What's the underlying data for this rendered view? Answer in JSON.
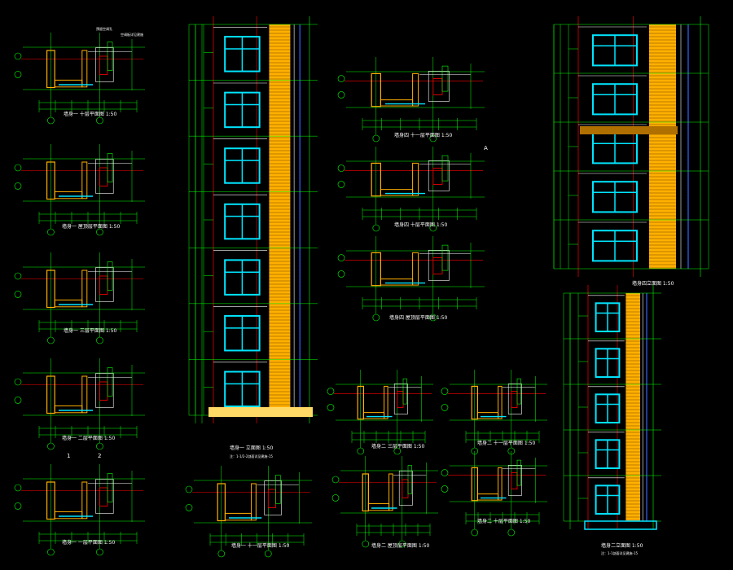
{
  "drawing": {
    "background_color": "#000000",
    "colors": {
      "grid_line": "#00ff00",
      "axis_line": "#ff0000",
      "wall_fill": "#ffb000",
      "window_frame": "#00e5ff",
      "slab_band": "#ffb000",
      "text": "#ffffff",
      "white_line": "#ffffff",
      "blue_accent": "#3366ff"
    },
    "captions": {
      "plan_left_1": "墙身一 十层平面图 1:50",
      "plan_left_2": "墙身一 屋顶层平面图 1:50",
      "plan_left_3": "墙身一 三层平面图 1:50",
      "plan_left_4": "墙身一 二层平面图 1:50",
      "plan_left_5": "墙身一 一层平面图 1:50",
      "section_mid_left": "墙身一 立面图 1:50",
      "section_mid_left_sub": "注：1-1/2-2剖面详见建施-15",
      "plan_bottom_mid": "墙身一 十一层平面图 1:50",
      "plan_center_1": "墙身四 十一层平面图 1:50",
      "plan_center_2": "墙身四 十层平面图 1:50",
      "plan_center_3": "墙身四 屋顶层平面图 1:50",
      "plan_center_4": "墙身二 三层平面图 1:50",
      "plan_center_5": "墙身二 十一层平面图 1:50",
      "plan_center_6": "墙身二 屋顶层平面图 1:50",
      "plan_center_7": "墙身二 十层平面图 1:50",
      "elevation_right_top": "墙身四立面图 1:50",
      "elevation_right_bottom": "墙身二立面图 1:50",
      "elevation_right_bottom_sub": "注：1-1剖面详见建施-15"
    },
    "notes": {
      "wall_note_1": "预留空调孔",
      "wall_note_2": "空调板详见建施",
      "axis_tag_a": "A",
      "axis_tag_1": "1",
      "axis_tag_2": "2"
    }
  }
}
